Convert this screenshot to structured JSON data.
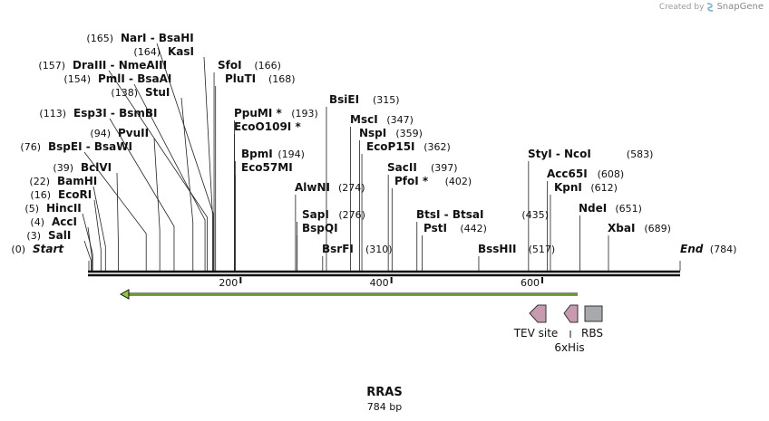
{
  "credit": {
    "prefix": "Created by",
    "brand": "SnapGene",
    "logo_icon": "snapgene-logo-icon"
  },
  "sequence": {
    "name": "RRAS",
    "length_label": "784 bp",
    "length": 784
  },
  "ruler": {
    "ticks": [
      200,
      400,
      600
    ]
  },
  "sites": [
    {
      "name": "Start",
      "pos": 0,
      "label": "(0)",
      "italic": true
    },
    {
      "name": "SalI",
      "pos": 3,
      "label": "(3)"
    },
    {
      "name": "AccI",
      "pos": 4,
      "label": "(4)"
    },
    {
      "name": "HincII",
      "pos": 5,
      "label": "(5)"
    },
    {
      "name": "EcoRI",
      "pos": 16,
      "label": "(16)"
    },
    {
      "name": "BamHI",
      "pos": 22,
      "label": "(22)"
    },
    {
      "name": "BclVI",
      "pos": 39,
      "label": "(39)"
    },
    {
      "name": "BspEI",
      "name2": "BsaWI",
      "pos": 76,
      "label": "(76)"
    },
    {
      "name": "PvuII",
      "pos": 94,
      "label": "(94)"
    },
    {
      "name": "Esp3I",
      "name2": "BsmBI",
      "pos": 113,
      "label": "(113)"
    },
    {
      "name": "StuI",
      "pos": 138,
      "label": "(138)"
    },
    {
      "name": "PmlI",
      "name2": "BsaAI",
      "pos": 154,
      "label": "(154)"
    },
    {
      "name": "DraIII",
      "name2": "NmeAIII",
      "pos": 157,
      "label": "(157)"
    },
    {
      "name": "KasI",
      "pos": 164,
      "label": "(164)"
    },
    {
      "name": "NarI",
      "name2": "BsaHI",
      "pos": 165,
      "label": "(165)"
    },
    {
      "name": "SfoI",
      "pos": 166,
      "label": "(166)"
    },
    {
      "name": "PluTI",
      "pos": 168,
      "label": "(168)"
    },
    {
      "name": "PpuMI *",
      "pos": 193,
      "label": "(193)"
    },
    {
      "name": "EcoO109I *",
      "pos": 193,
      "label": ""
    },
    {
      "name": "BpmI",
      "pos": 194,
      "label": "(194)"
    },
    {
      "name": "Eco57MI",
      "pos": 194,
      "label": ""
    },
    {
      "name": "AlwNI",
      "pos": 274,
      "label": "(274)"
    },
    {
      "name": "SapI",
      "pos": 276,
      "label": "(276)"
    },
    {
      "name": "BspQI",
      "pos": 276,
      "label": ""
    },
    {
      "name": "BsrFI",
      "pos": 310,
      "label": "(310)"
    },
    {
      "name": "BsiEI",
      "pos": 315,
      "label": "(315)"
    },
    {
      "name": "MscI",
      "pos": 347,
      "label": "(347)"
    },
    {
      "name": "NspI",
      "pos": 359,
      "label": "(359)"
    },
    {
      "name": "EcoP15I",
      "pos": 362,
      "label": "(362)"
    },
    {
      "name": "SacII",
      "pos": 397,
      "label": "(397)"
    },
    {
      "name": "PfoI *",
      "pos": 402,
      "label": "(402)"
    },
    {
      "name": "BtsI",
      "name2": "BtsaI",
      "pos": 435,
      "label": "(435)"
    },
    {
      "name": "PstI",
      "pos": 442,
      "label": "(442)"
    },
    {
      "name": "BssHII",
      "pos": 517,
      "label": "(517)"
    },
    {
      "name": "StyI",
      "name2": "NcoI",
      "pos": 583,
      "label": "(583)"
    },
    {
      "name": "Acc65I",
      "pos": 608,
      "label": "(608)"
    },
    {
      "name": "KpnI",
      "pos": 612,
      "label": "(612)"
    },
    {
      "name": "NdeI",
      "pos": 651,
      "label": "(651)"
    },
    {
      "name": "XbaI",
      "pos": 689,
      "label": "(689)"
    },
    {
      "name": "End",
      "pos": 784,
      "label": "(784)",
      "italic": true
    }
  ],
  "features": [
    {
      "name": "orf-arrow",
      "color": "#8dc63f",
      "start": 45,
      "end": 650,
      "direction": "reverse"
    },
    {
      "name": "TEV site",
      "color": "#c89aaf",
      "direction": "reverse"
    },
    {
      "name": "6xHis",
      "color": "#c89aaf",
      "direction": "reverse"
    },
    {
      "name": "RBS",
      "color": "#a7a9ac"
    }
  ]
}
